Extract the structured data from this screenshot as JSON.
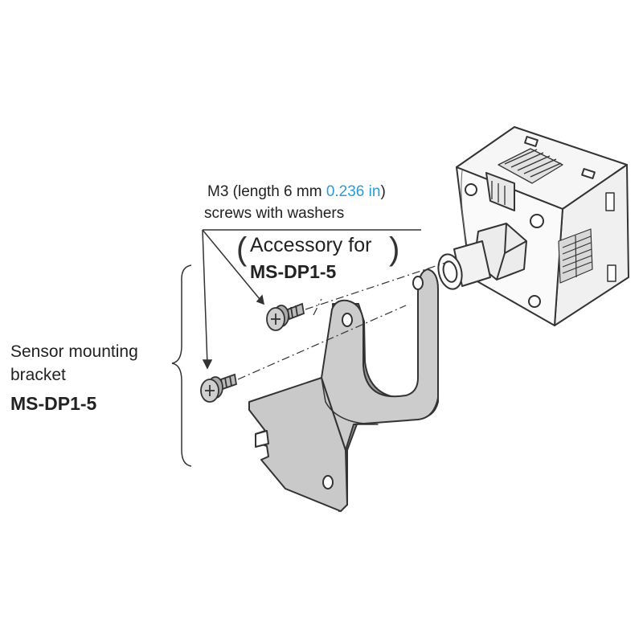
{
  "screw_label": {
    "line1_prefix": "M3 (length 6 mm ",
    "line1_inch": "0.236 in",
    "line1_suffix": ")",
    "line2": "screws with washers"
  },
  "accessory_note": {
    "line1": "Accessory for",
    "line2": "MS-DP1-5"
  },
  "bracket_label": {
    "line1": "Sensor mounting",
    "line2": "bracket",
    "model": "MS-DP1-5"
  },
  "colors": {
    "accent": "#2b9bd8",
    "line": "#333333",
    "bracket_fill": "#c9c9c9",
    "bracket_shadow": "#9a9a9a",
    "sensor_fill": "#f4f4f4"
  }
}
